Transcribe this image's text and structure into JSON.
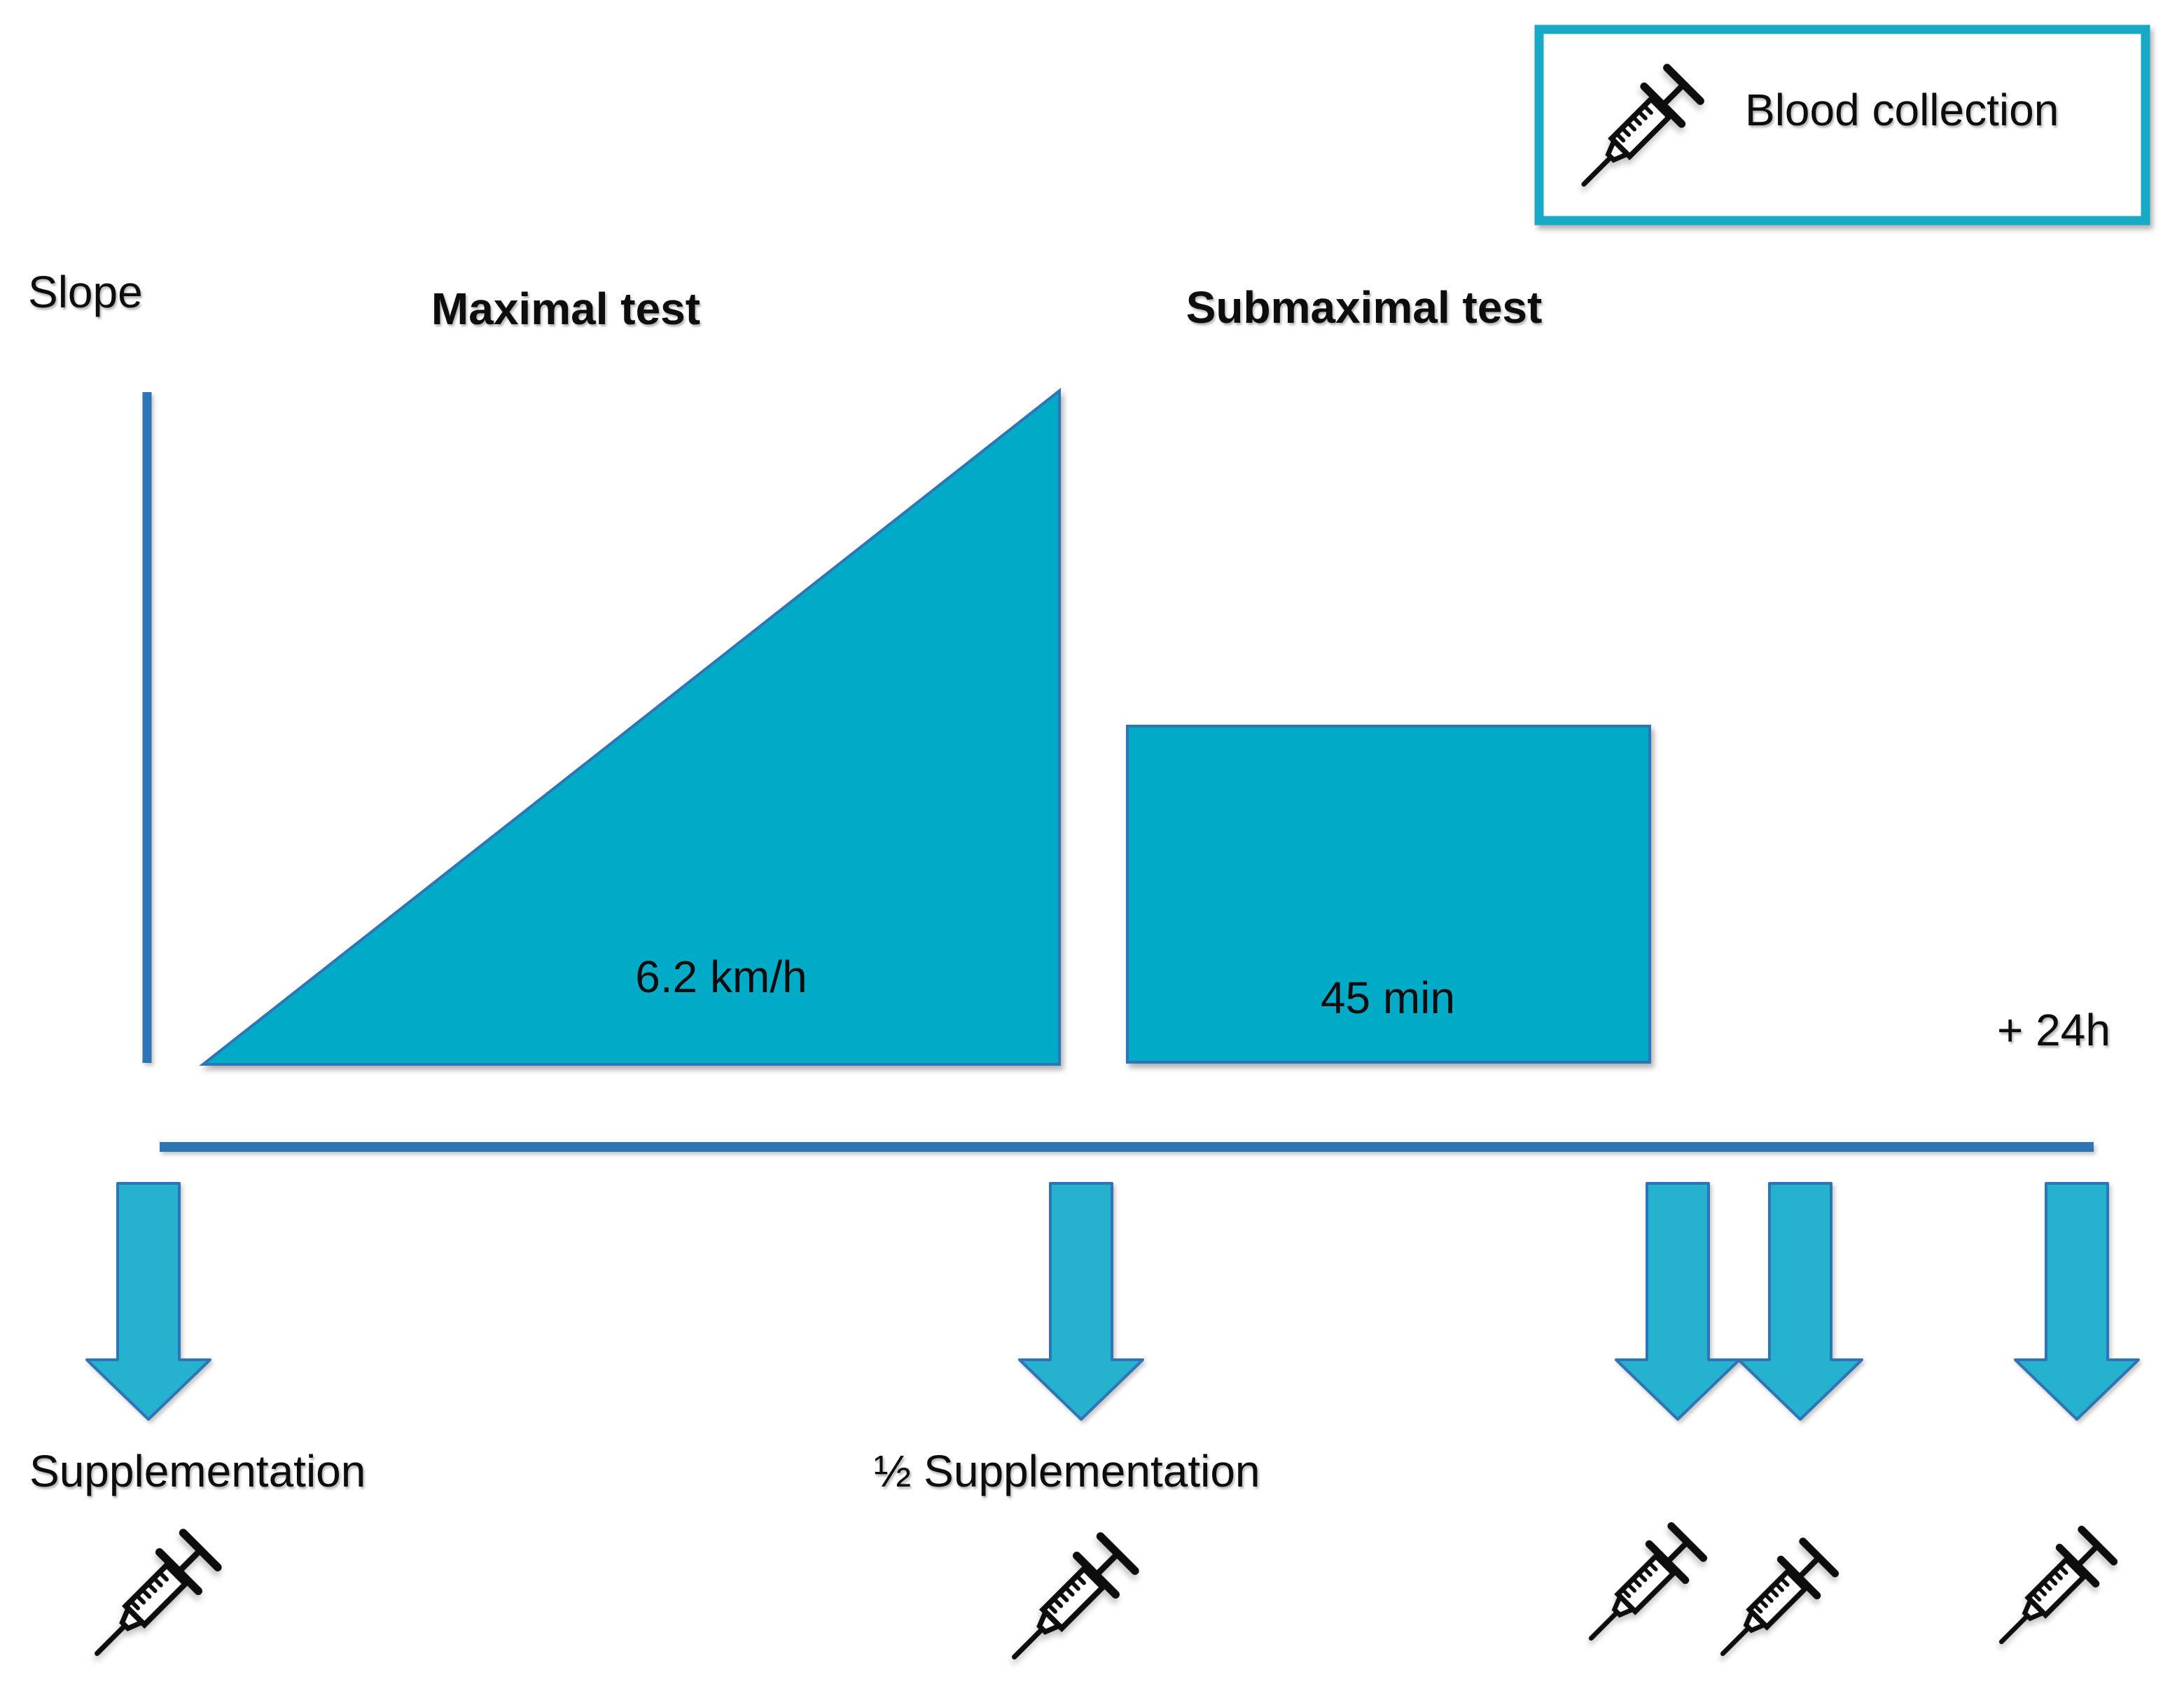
{
  "figure": {
    "y_axis_label": "Slope",
    "timeline_end_label": "+ 24h"
  },
  "legend": {
    "label": "Blood collection",
    "icon": "syringe-icon"
  },
  "tests": {
    "maximal": {
      "title": "Maximal test",
      "value": "6.2 km/h"
    },
    "submaximal": {
      "title": "Submaximal test",
      "value": "45 min"
    }
  },
  "events": {
    "supplementation_label": "Supplementation",
    "half_supplementation_label": "½ Supplementation"
  },
  "colors": {
    "shape_teal": "#00ABC8",
    "arrow_teal": "#25B2CE",
    "line_blue": "#2E75B6",
    "legend_border_teal": "#18A9C7",
    "icon_black": "#0d0d0d"
  }
}
